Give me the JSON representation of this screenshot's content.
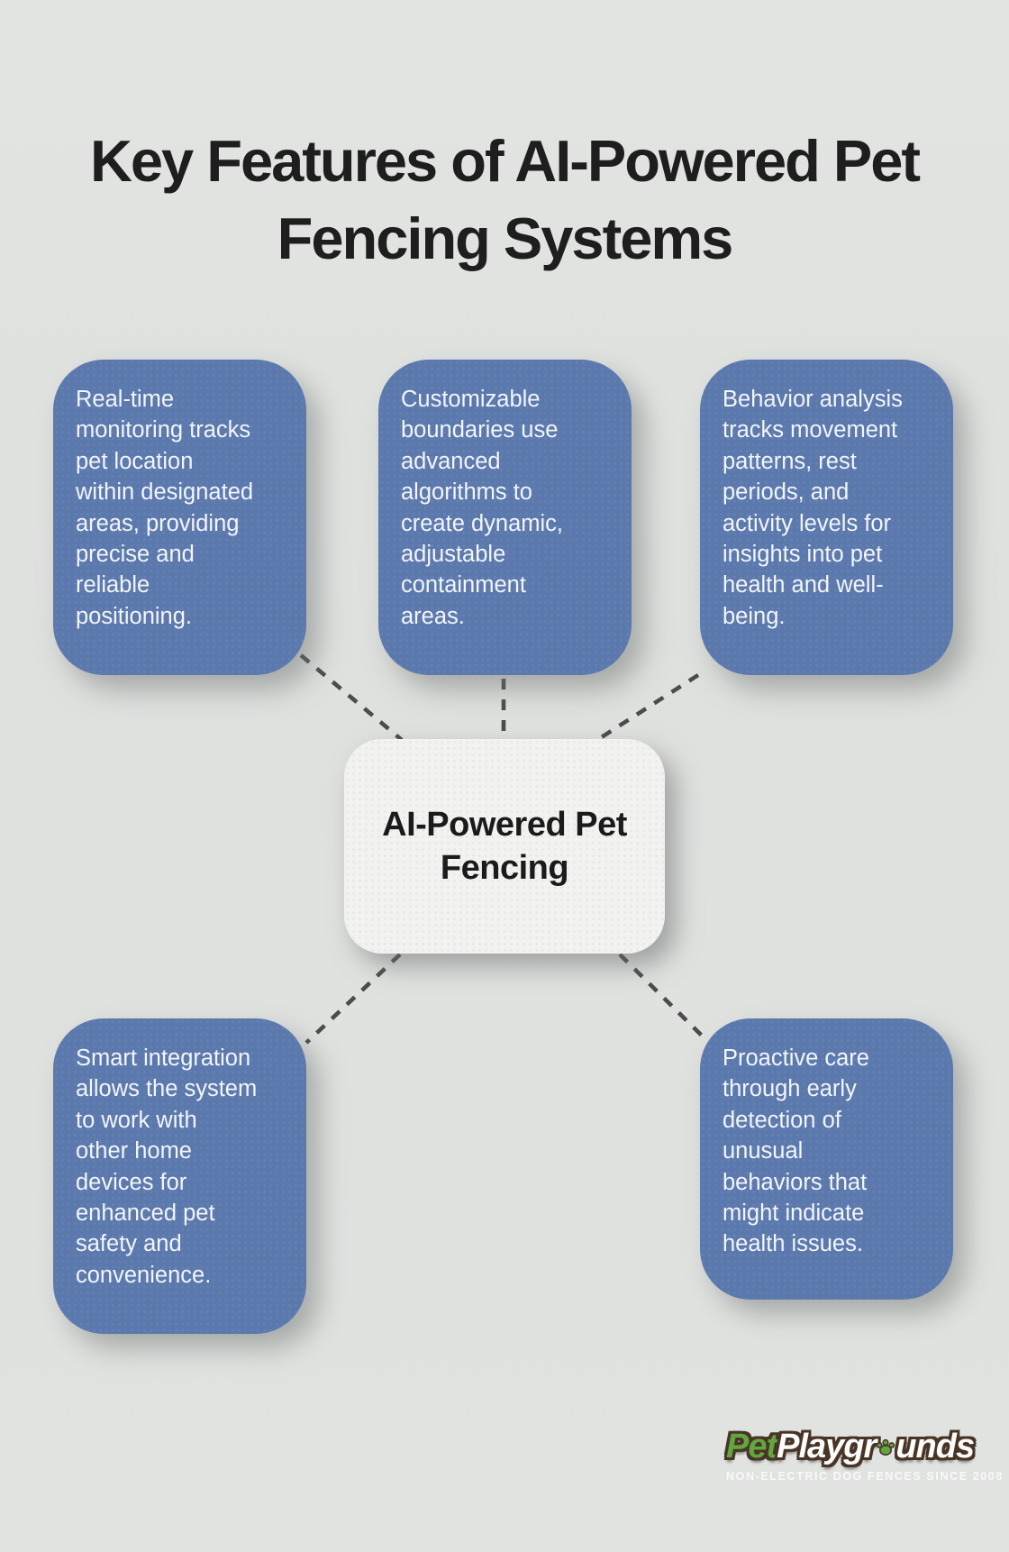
{
  "title": {
    "lines": [
      "Key Features of AI-Powered Pet",
      "Fencing Systems"
    ]
  },
  "center_node": {
    "lines": [
      "AI-Powered Pet",
      "Fencing"
    ]
  },
  "features": [
    {
      "id": "real-time-monitoring",
      "lines": [
        "Real-time",
        "monitoring tracks",
        "pet location",
        "within designated",
        "areas, providing",
        "precise and",
        "reliable",
        "positioning."
      ]
    },
    {
      "id": "customizable-boundaries",
      "lines": [
        "Customizable",
        "boundaries use",
        "advanced",
        "algorithms to",
        "create dynamic,",
        "adjustable",
        "containment",
        "areas."
      ]
    },
    {
      "id": "behavior-analysis",
      "lines": [
        "Behavior analysis",
        "tracks movement",
        "patterns, rest",
        "periods, and",
        "activity levels for",
        "insights into pet",
        "health and well-",
        "being."
      ]
    },
    {
      "id": "smart-integration",
      "lines": [
        "Smart integration",
        "allows the system",
        "to work with",
        "other home",
        "devices for",
        "enhanced pet",
        "safety and",
        "convenience."
      ]
    },
    {
      "id": "proactive-care",
      "lines": [
        "Proactive care",
        "through early",
        "detection of",
        "unusual",
        "behaviors that",
        "might indicate",
        "health issues."
      ]
    }
  ],
  "logo": {
    "brand_pet": "Pet",
    "brand_playgrounds_prefix": "Playgr",
    "brand_playgrounds_suffix": "unds",
    "tagline": "NON-ELECTRIC DOG FENCES SINCE 2008"
  },
  "colors": {
    "background": "#e0e2e0",
    "card_blue": "#5b79ad",
    "card_text": "#f3f5f9",
    "node_background": "#f2f3f1",
    "dash_gray": "#4c4c4c",
    "title_text": "#1e1e1e",
    "logo_green": "#63a63f",
    "logo_brown": "#483527",
    "logo_white": "#fbfbf9"
  }
}
